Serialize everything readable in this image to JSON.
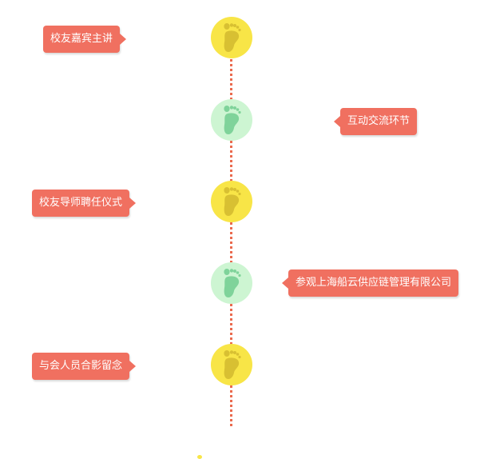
{
  "timeline": {
    "accent_color": "#f07060",
    "line_color": "#ea6a4e",
    "node_colors": {
      "yellow": "#f8e547",
      "green": "#cdf5d2"
    },
    "events": [
      {
        "label": "校友嘉宾主讲",
        "side": "left",
        "node": "yellow",
        "icon": "footprint-icon"
      },
      {
        "label": "互动交流环节",
        "side": "right",
        "node": "green",
        "icon": "footprint-icon"
      },
      {
        "label": "校友导师聘任仪式",
        "side": "left",
        "node": "yellow",
        "icon": "footprint-icon"
      },
      {
        "label": "参观上海船云供应链管理有限公司",
        "side": "right",
        "node": "green",
        "icon": "footprint-icon"
      },
      {
        "label": "与会人员合影留念",
        "side": "left",
        "node": "yellow",
        "icon": "footprint-icon"
      }
    ]
  }
}
